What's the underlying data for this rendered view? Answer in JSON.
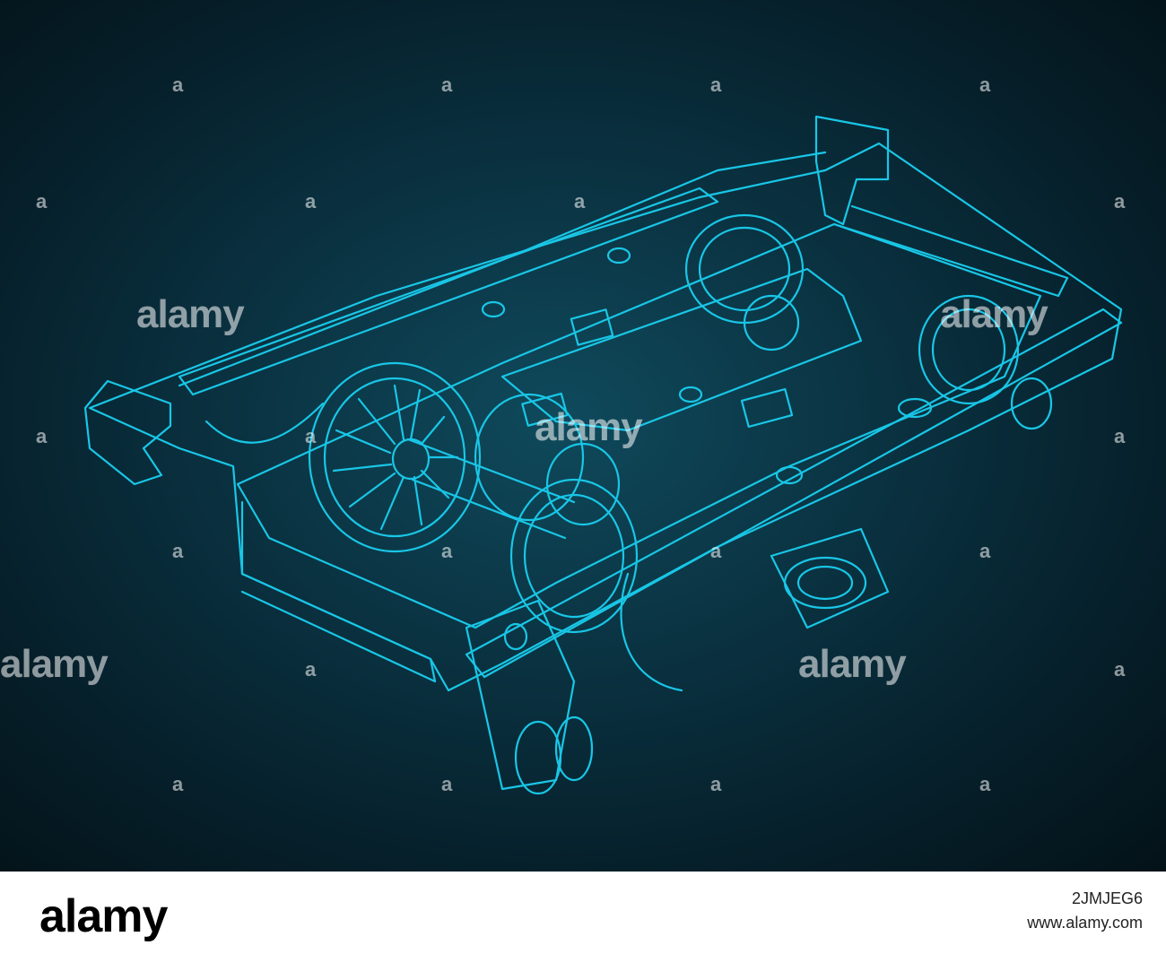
{
  "image": {
    "subject": "railway-bogie-blueprint",
    "colors": {
      "line": "#19c6e6",
      "bg_center": "#0f4a5c",
      "bg_edge": "#041218",
      "footer_bg": "#ffffff"
    }
  },
  "watermarks": {
    "logo_text": "alamy",
    "small_text": "a"
  },
  "footer": {
    "logo": "alamy",
    "image_id": "2JMJEG6",
    "url": "www.alamy.com"
  }
}
